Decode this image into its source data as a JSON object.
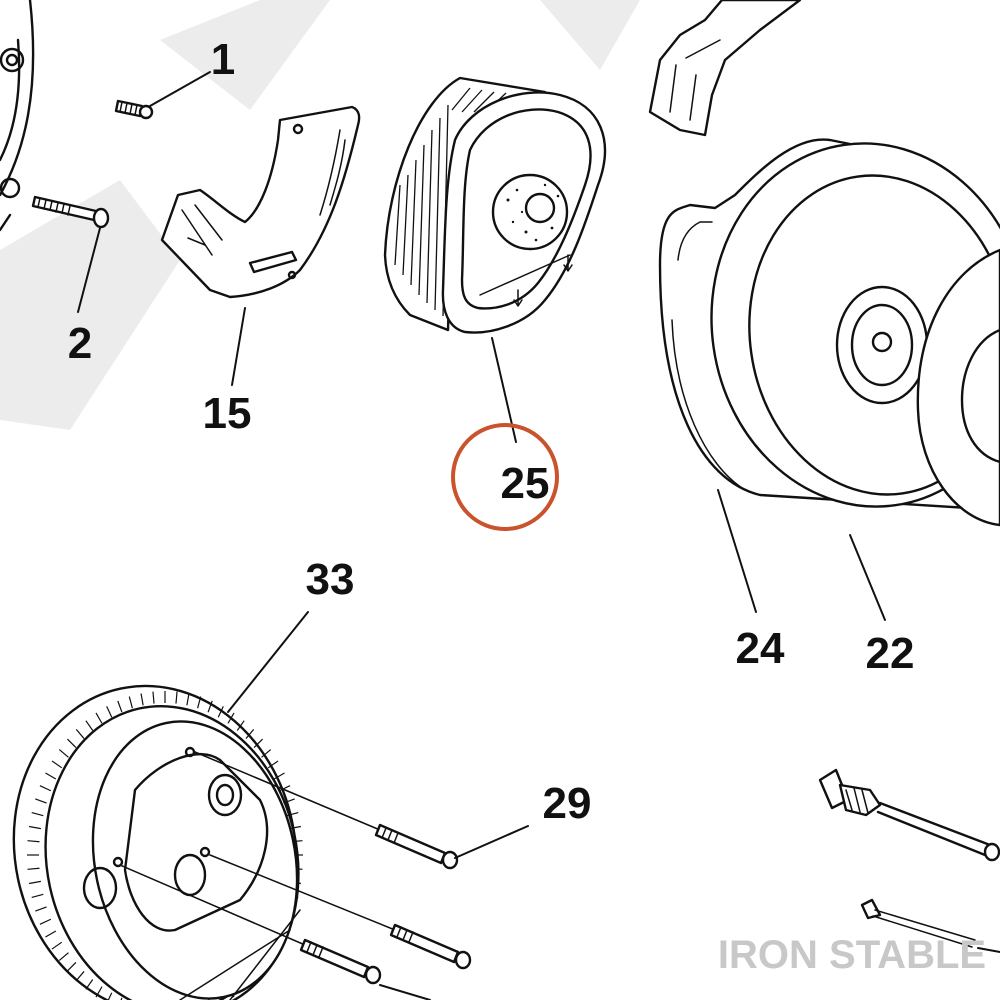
{
  "diagram": {
    "callouts": {
      "c1": "1",
      "c2": "2",
      "c15": "15",
      "c25": "25",
      "c24": "24",
      "c22": "22",
      "c33": "33",
      "c29": "29"
    },
    "highlighted_callout": "25",
    "highlight_color": "#c9532c",
    "brand_watermark": "IRON STABLE",
    "parts": {
      "p1": "screw",
      "p2": "bolt",
      "p15": "bracket",
      "p25": "air-filter-element",
      "p24": "backplate",
      "p22": "cover",
      "p33": "pulley",
      "p29": "bolt"
    }
  }
}
